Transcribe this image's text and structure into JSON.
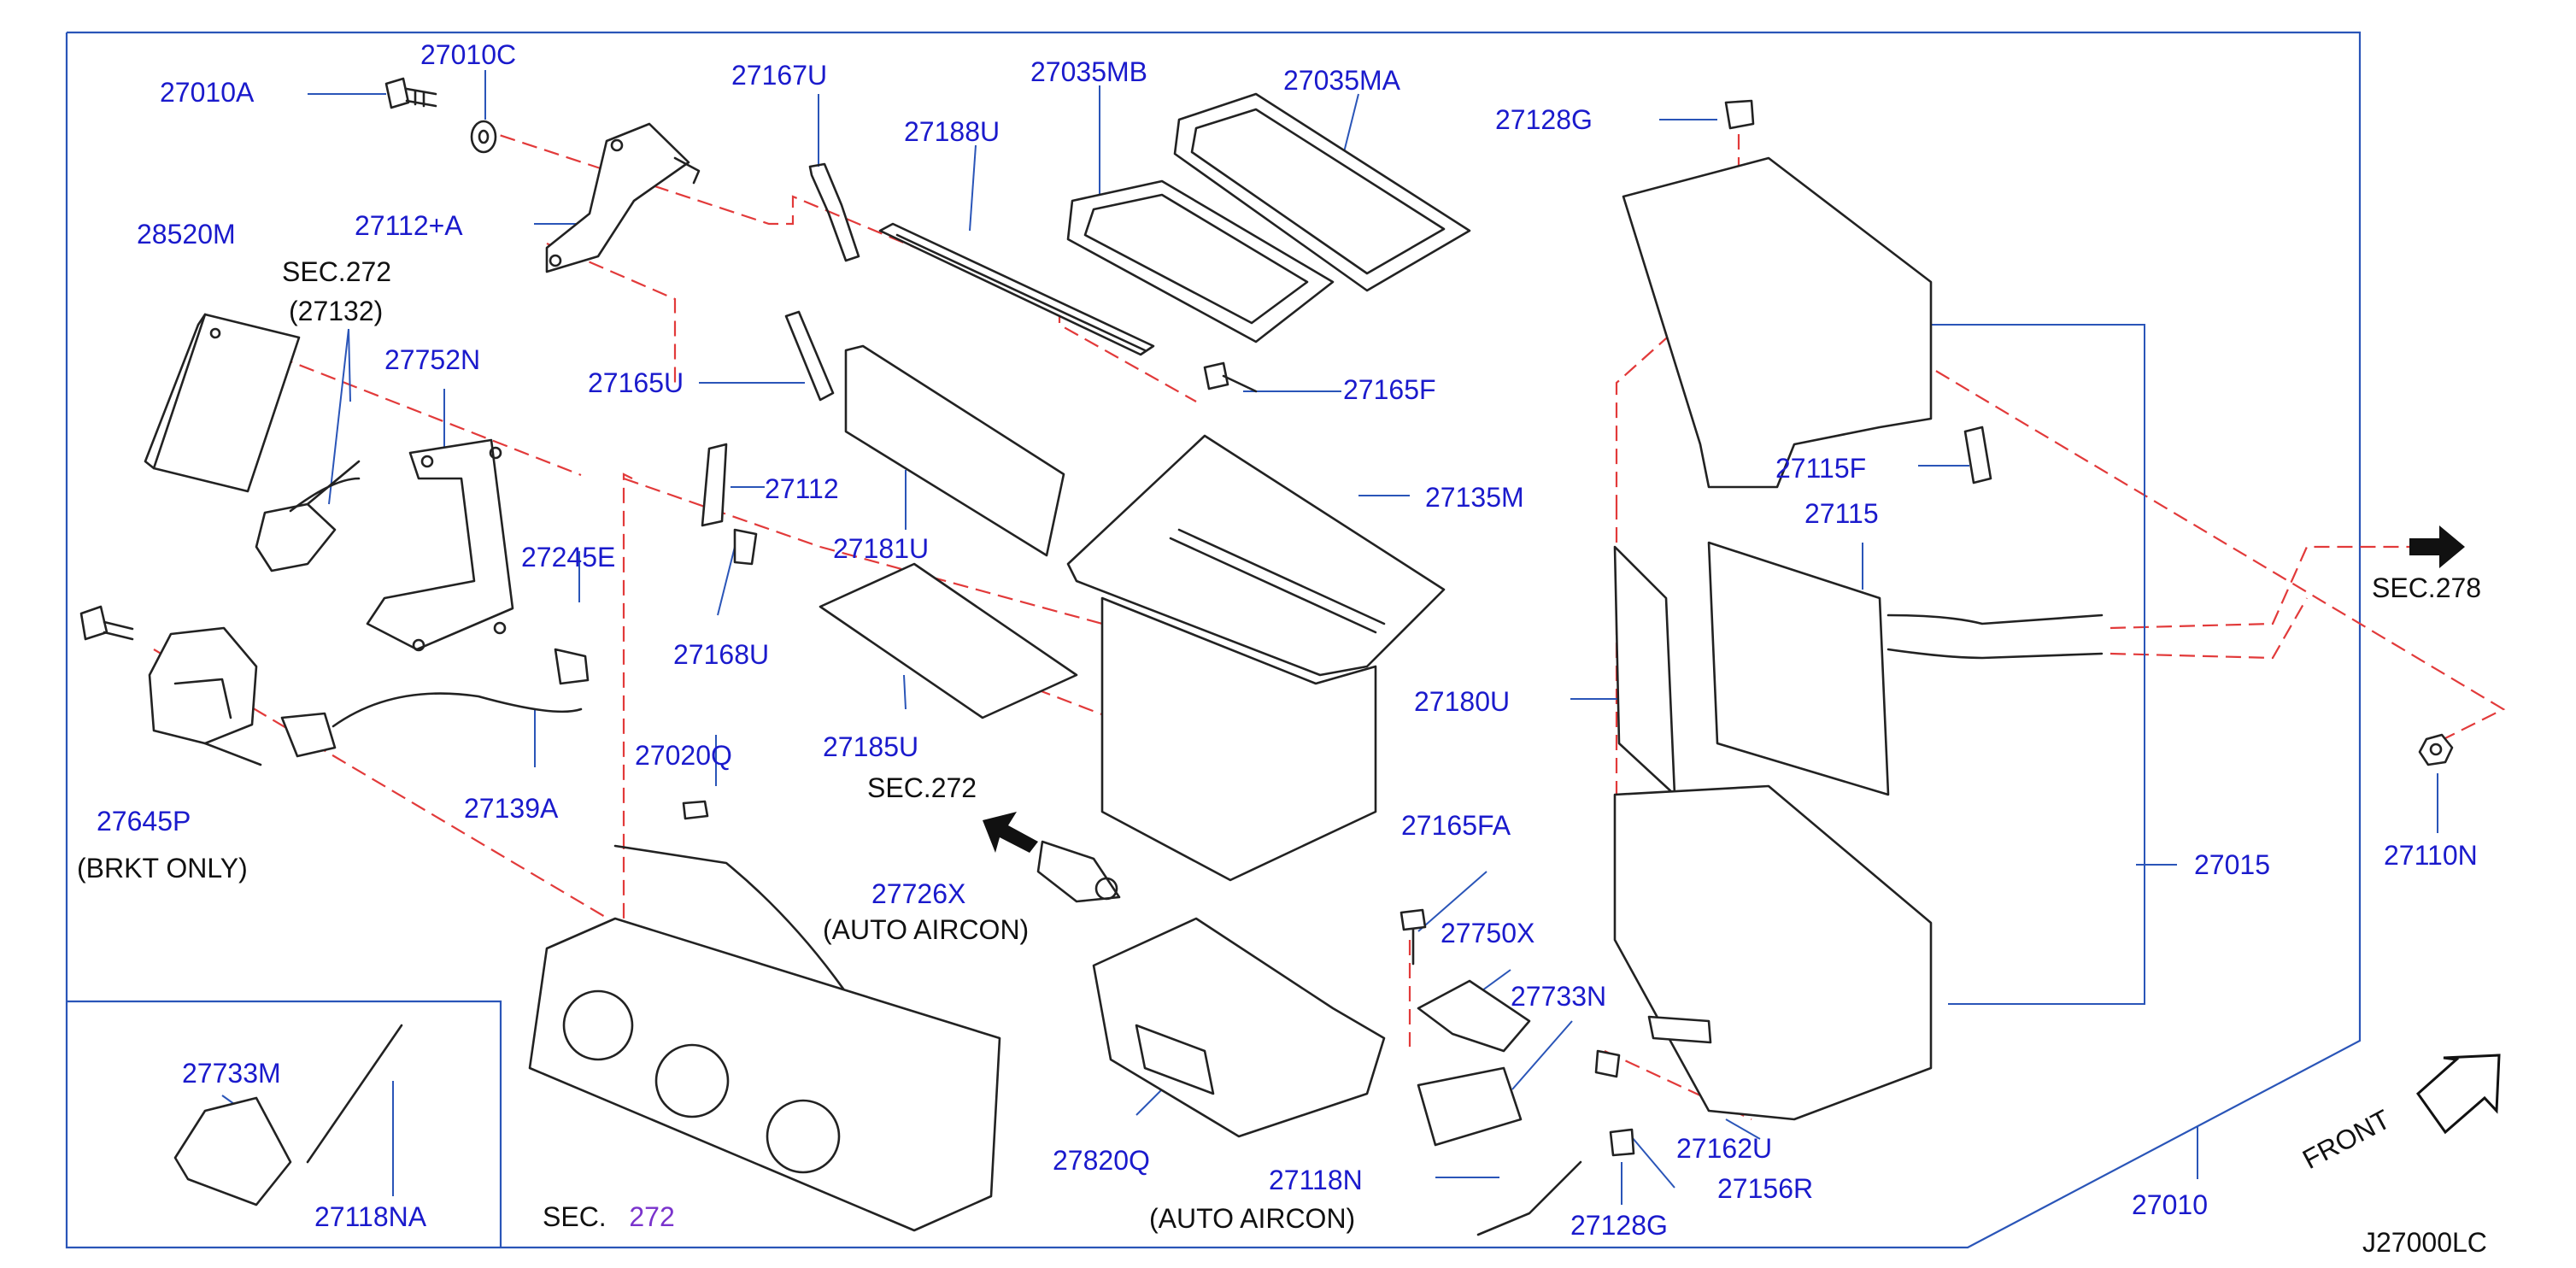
{
  "diagram_code": "J27000LC",
  "sec_278": "SEC.278",
  "front": "FRONT",
  "sec_bottom_prefix": "SEC.",
  "sec_bottom_num": "272",
  "labels": {
    "p27010A": "27010A",
    "p27010C": "27010C",
    "p27167U": "27167U",
    "p27035MB": "27035MB",
    "p27035MA": "27035MA",
    "p27188U": "27188U",
    "p27128G_top": "27128G",
    "p28520M": "28520M",
    "p27112A": "27112+A",
    "sec272_a": "SEC.272",
    "p27132": "(27132)",
    "p27752N": "27752N",
    "p27165U": "27165U",
    "p27165F": "27165F",
    "p27135M": "27135M",
    "p27115F": "27115F",
    "p27115": "27115",
    "p27112": "27112",
    "p27181U": "27181U",
    "p27245E": "27245E",
    "p27168U": "27168U",
    "p27180U": "27180U",
    "p27185U": "27185U",
    "p27020Q": "27020Q",
    "sec272_b": "SEC.272",
    "p27645P": "27645P",
    "brkt_only": "(BRKT   ONLY)",
    "p27139A": "27139A",
    "p27726X": "27726X",
    "auto_aircon_1": "(AUTO   AIRCON)",
    "p27165FA": "27165FA",
    "p27750X": "27750X",
    "p27733N": "27733N",
    "p27015": "27015",
    "p27110N": "27110N",
    "p27733M": "27733M",
    "p27118NA": "27118NA",
    "p27820Q": "27820Q",
    "p27118N": "27118N",
    "auto_aircon_2": "(AUTO   AIRCON)",
    "p27162U": "27162U",
    "p27156R": "27156R",
    "p27128G_bot": "27128G",
    "p27010": "27010"
  }
}
